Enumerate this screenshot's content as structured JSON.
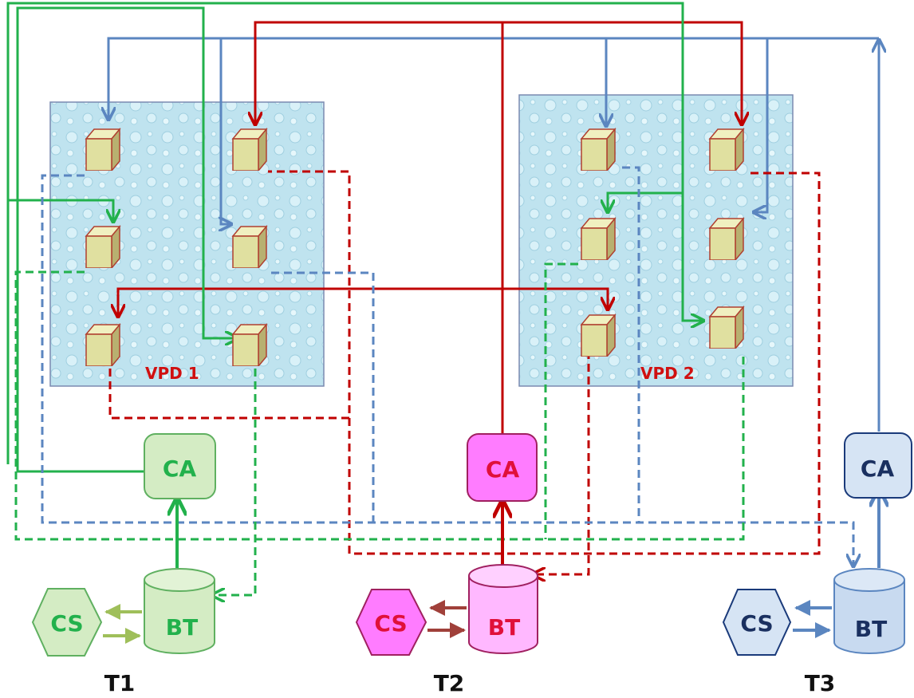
{
  "colors": {
    "green": "#22b14c",
    "red": "#c00000",
    "blue": "#5b86c0",
    "vpd_label": "#d01010",
    "cube": "#e0e0a0"
  },
  "vpds": [
    {
      "id": "vpd1",
      "label": "VPD 1"
    },
    {
      "id": "vpd2",
      "label": "VPD 2"
    }
  ],
  "tenants": [
    {
      "id": "t1",
      "label": "T1",
      "ca": "CA",
      "bt": "BT",
      "cs": "CS",
      "theme": "green"
    },
    {
      "id": "t2",
      "label": "T2",
      "ca": "CA",
      "bt": "BT",
      "cs": "CS",
      "theme": "magenta"
    },
    {
      "id": "t3",
      "label": "T3",
      "ca": "CA",
      "bt": "BT",
      "cs": "CS",
      "theme": "blue"
    }
  ]
}
